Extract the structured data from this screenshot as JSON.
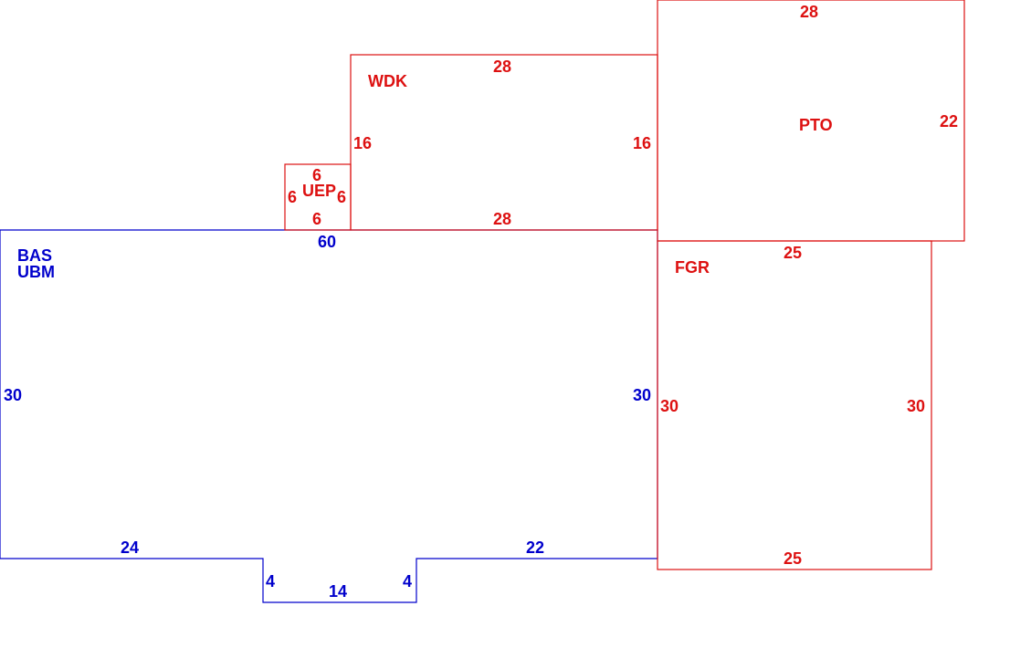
{
  "colors": {
    "main_structure": "#0000cc",
    "additions": "#dd1111"
  },
  "areas": {
    "bas": {
      "code": "BAS",
      "subcode": "UBM",
      "dims": {
        "top": "60",
        "left": "30",
        "right": "30",
        "bottom_left": "24",
        "notch_left": "4",
        "notch_bottom": "14",
        "notch_right": "4",
        "bottom_right": "22"
      }
    },
    "uep": {
      "code": "UEP",
      "dims": {
        "top": "6",
        "left": "6",
        "right": "6",
        "bottom": "6"
      }
    },
    "wdk": {
      "code": "WDK",
      "dims": {
        "top": "28",
        "left": "16",
        "right": "16",
        "bottom": "28"
      }
    },
    "pto": {
      "code": "PTO",
      "dims": {
        "top": "28",
        "right": "22"
      }
    },
    "fgr": {
      "code": "FGR",
      "dims": {
        "top": "25",
        "left": "30",
        "right": "30",
        "bottom": "25"
      }
    }
  }
}
